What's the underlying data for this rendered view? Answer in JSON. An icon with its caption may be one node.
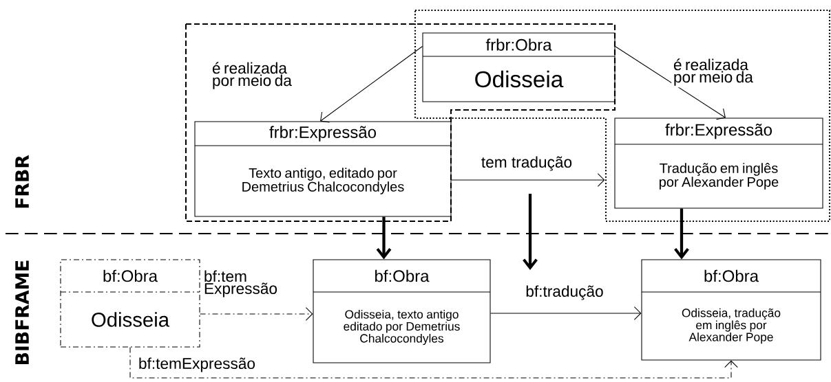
{
  "diagram": {
    "nodes": [
      {
        "text": [
          "frbr:Obra",
          "Odisseia"
        ]
      },
      {
        "text": [
          "frbr:Expressão",
          "Texto antigo, editado por Demetrius Chalcocondyles"
        ]
      },
      {
        "text": [
          "frbr:Expressão",
          "Tradução em inglês por Alexander Pope"
        ]
      },
      {
        "text": [
          "bf:Obra",
          "Odisseia"
        ]
      },
      {
        "text": [
          "bf:Obra",
          "Odisseia, texto antigo editado por Demetrius Chalcocondyles"
        ]
      },
      {
        "text": [
          "bf:Obra",
          "Odisseia, tradução em inglês por Alexander Pope"
        ]
      }
    ],
    "edges": [
      {
        "from": 0,
        "to": 1,
        "arrow": "to",
        "label": "é realizada por meio da"
      },
      {
        "from": 0,
        "to": 2,
        "arrow": "to",
        "label": "é realizada por meio da"
      },
      {
        "from": 1,
        "to": 2,
        "arrow": "to",
        "label": "tem tradução"
      },
      {
        "from": 1,
        "to": 4,
        "arrow": "to",
        "style": "thick"
      },
      {
        "from": 2,
        "to": 5,
        "arrow": "to",
        "style": "thick"
      },
      {
        "from": 4,
        "to": 5,
        "arrow": "to",
        "label": "bf:tradução"
      },
      {
        "from": 3,
        "to": 4,
        "arrow": "to",
        "style": "dashed",
        "label": "bf:tem Expressão"
      },
      {
        "from": 3,
        "to": 5,
        "arrow": "to",
        "style": "dashed",
        "label": "bf:temExpressão"
      }
    ],
    "labels": [
      "FRBR",
      "BIBFRAME"
    ]
  }
}
